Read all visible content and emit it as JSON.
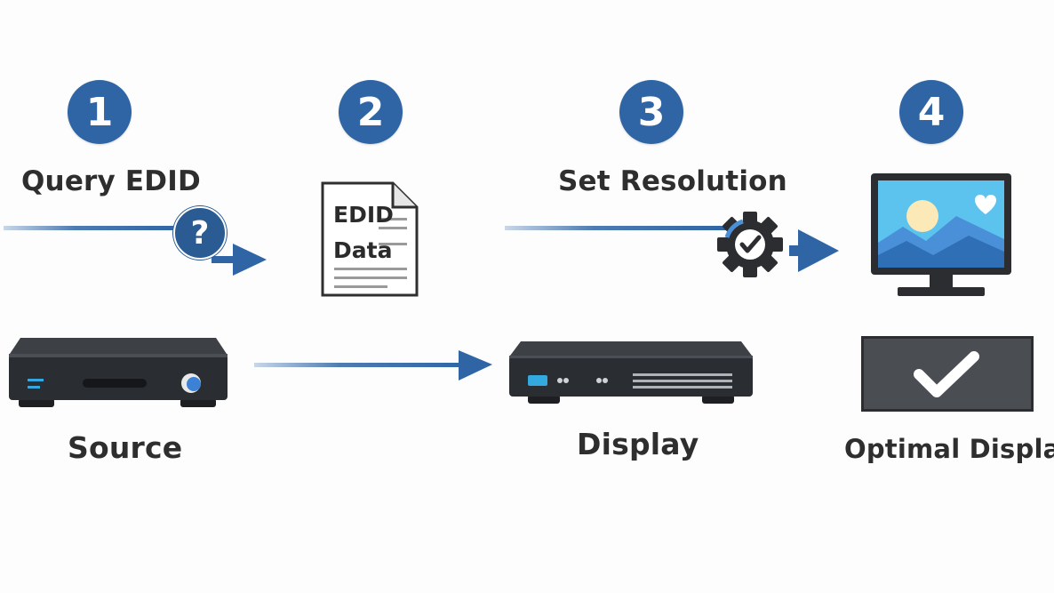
{
  "steps": [
    {
      "number": "1",
      "label": "Query EDID"
    },
    {
      "number": "2",
      "label": ""
    },
    {
      "number": "3",
      "label": "Set Resolution"
    },
    {
      "number": "4",
      "label": ""
    }
  ],
  "document": {
    "line1": "EDID",
    "line2": "Data"
  },
  "question_glyph": "?",
  "devices": {
    "source": "Source",
    "display": "Display",
    "optimal": "Optimal Display"
  },
  "colors": {
    "accent": "#2f65a5",
    "device_dark": "#2a2d31",
    "screen_sky": "#5cc3ef",
    "screen_bg": "#4a90d9"
  },
  "icons": [
    "question-icon",
    "document-icon",
    "gear-check-icon",
    "monitor-icon",
    "checkmark-icon",
    "arrow-icon"
  ]
}
